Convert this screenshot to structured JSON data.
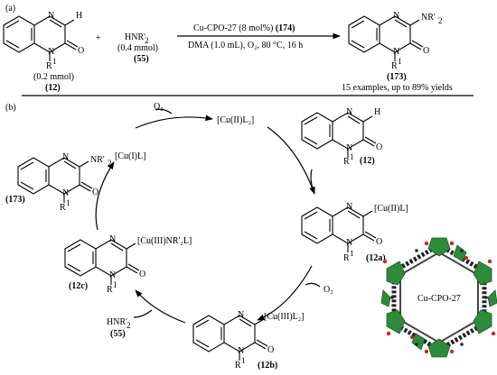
{
  "part_a": {
    "panel_label": "(a)",
    "reactant1": {
      "sub1": "H",
      "sub2": "R",
      "sub2_sup": "1",
      "amount": "(0.2 mmol)",
      "code": "(12)"
    },
    "plus": "+",
    "reactant2": {
      "formula_main": "HNR'",
      "formula_sub": "2",
      "amount": "(0.4 mmol)",
      "code": "(55)"
    },
    "conditions_top_prefix": "Cu-CPO-27 (8 mol%) ",
    "conditions_top_bold": "(174)",
    "conditions_bottom": "DMA (1.0 mL), O₂, 80 °C, 16 h",
    "product": {
      "sub1": "NR'",
      "sub1_sub": "2",
      "sub2": "R",
      "sub2_sup": "1",
      "code": "(173)"
    },
    "summary": "15 examples, up to 89% yields"
  },
  "part_b": {
    "panel_label": "(b)",
    "oxygen_top": "O₂",
    "species_cu2l2_top": "[Cu(II)L₂]",
    "species_cu1l": "[Cu(I)L]",
    "start": {
      "sub1": "H",
      "sub2": "R",
      "sub2_sup": "1",
      "code": "(12)"
    },
    "int_12a": {
      "sub1": "[Cu(II)L]",
      "sub2": "R",
      "sub2_sup": "1",
      "code": "(12a)"
    },
    "oxygen_right": "O₂",
    "int_12b": {
      "sub1": "[Cu(III)L₂]",
      "sub2": "R",
      "sub2_sup": "1",
      "code": "(12b)"
    },
    "amine": {
      "formula_main": "HNR'",
      "formula_sub": "2",
      "code": "(55)"
    },
    "int_12c": {
      "sub1": "[Cu(III)NR'₂L]",
      "sub2": "R",
      "sub2_sup": "1",
      "code": "(12c)"
    },
    "product": {
      "sub1": "NR'",
      "sub1_sub": "2",
      "sub2": "R",
      "sub2_sup": "1",
      "code": "(173)"
    },
    "mof_label": "Cu-CPO-27"
  },
  "colors": {
    "mof_polyhedra": "#2e8b3a",
    "mof_oxygen": "#d62020",
    "mof_carbon": "#222222",
    "lines": "#000000"
  }
}
